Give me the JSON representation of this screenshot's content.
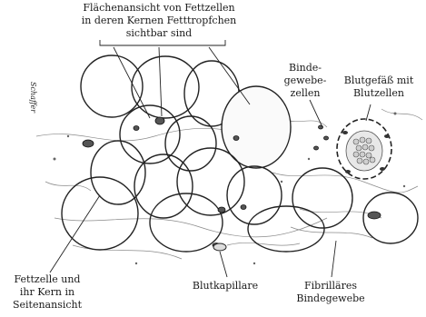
{
  "labels": {
    "top": [
      "Flächenansicht von Fettzellen",
      "in deren Kernen Fetttropfchen",
      "sichtbar sind"
    ],
    "binde": [
      "Binde-",
      "gewebe-",
      "zellen"
    ],
    "blutgefaess": [
      "Blutgefäß mit",
      "Blutzellen"
    ],
    "fettzelle": [
      "Fettzelle und",
      "ihr Kern in",
      "Seitenansicht"
    ],
    "blutkapillare": "Blutkapillare",
    "fibrillaer": [
      "Fibrilläres",
      "Bindegewebe"
    ]
  },
  "signature": "Schaffer"
}
